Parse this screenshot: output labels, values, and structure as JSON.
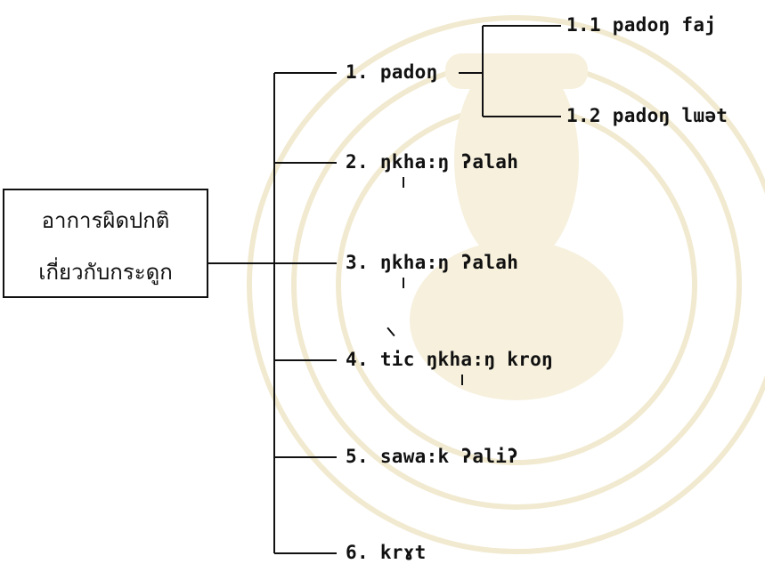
{
  "root": {
    "line1": "อาการผิดปกติ",
    "line2": "เกี่ยวกับกระดูก"
  },
  "branches": {
    "b1": "1. padoŋ",
    "b1_1": "1.1 padoŋ faj",
    "b1_2": "1.2 padoŋ lɯət",
    "b2": "2. ŋkha:ŋ ʔalah",
    "b3": "3. ŋkha:ŋ ʔalah",
    "b4": "4. tic ŋkha:ŋ kroŋ",
    "b5": "5. sawa:k ʔaliʔ",
    "b6": "6. krɤt"
  },
  "colors": {
    "line": "#111111",
    "watermark": "#f1ead0"
  }
}
